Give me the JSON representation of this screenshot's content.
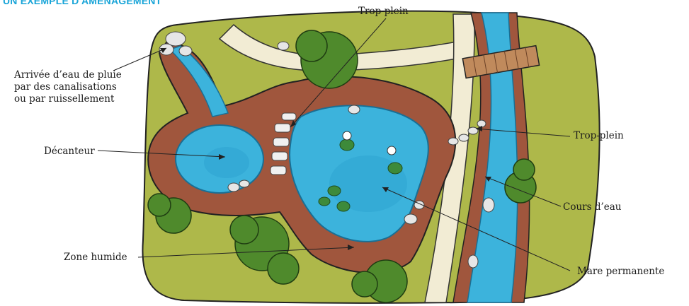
{
  "title": "UN EXEMPLE D'AMÉNAGEMENT",
  "labels": {
    "trop_plein_top": "Trop-plein",
    "arrivee": "Arrivée d’eau de pluie par des canalisations ou par ruissellement",
    "arrivee_line1": "Arrivée d’eau de pluie",
    "arrivee_line2": "par des canalisations",
    "arrivee_line3": "ou par ruissellement",
    "decanteur": "Décanteur",
    "trop_plein_right": "Trop-plein",
    "cours_deau": "Cours d’eau",
    "zone_humide": "Zone humide",
    "mare_permanente": "Mare permanente"
  },
  "colors": {
    "title": "#1aa5d8",
    "water": "#3cb3dc",
    "water_dark": "#2090c0",
    "bank": "#a0563d",
    "grass": "#aeb84a",
    "path": "#f2ecd4",
    "tree": "#4f8a2c",
    "stone": "#e6e6e6"
  }
}
